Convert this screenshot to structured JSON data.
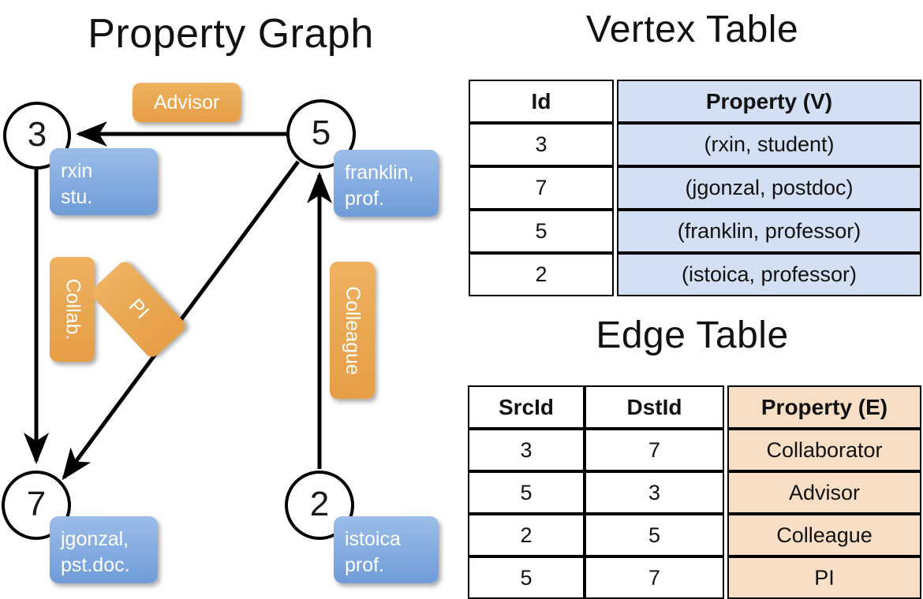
{
  "titles": {
    "property_graph": "Property Graph",
    "vertex_table": "Vertex Table",
    "edge_table": "Edge Table"
  },
  "colors": {
    "vertex_property_bg": "#D3DFF2",
    "edge_property_bg": "#F7DEC4",
    "node_property_box": "#87AEE2",
    "edge_label_box": "#E9A752",
    "stroke": "#000000",
    "background": "#FFFFFF"
  },
  "graph": {
    "nodes": [
      {
        "id": "3",
        "property_text": "rxin\nstu."
      },
      {
        "id": "5",
        "property_text": "franklin,\nprof."
      },
      {
        "id": "7",
        "property_text": "jgonzal,\npst.doc."
      },
      {
        "id": "2",
        "property_text": "istoica\nprof."
      }
    ],
    "edge_labels": [
      {
        "name": "advisor-label",
        "text": "Advisor"
      },
      {
        "name": "collab-label",
        "text": "Collab."
      },
      {
        "name": "pi-label",
        "text": "PI"
      },
      {
        "name": "colleague-label",
        "text": "Colleague"
      }
    ],
    "edges": [
      {
        "from": "5",
        "to": "3",
        "label": "Advisor"
      },
      {
        "from": "3",
        "to": "7",
        "label": "Collab."
      },
      {
        "from": "5",
        "to": "7",
        "label": "PI"
      },
      {
        "from": "2",
        "to": "5",
        "label": "Colleague"
      }
    ]
  },
  "vertex_table": {
    "headers": [
      "Id",
      "Property (V)"
    ],
    "rows": [
      {
        "id": "3",
        "property": "(rxin, student)"
      },
      {
        "id": "7",
        "property": "(jgonzal, postdoc)"
      },
      {
        "id": "5",
        "property": "(franklin, professor)"
      },
      {
        "id": "2",
        "property": "(istoica, professor)"
      }
    ]
  },
  "edge_table": {
    "headers": [
      "SrcId",
      "DstId",
      "Property (E)"
    ],
    "rows": [
      {
        "src": "3",
        "dst": "7",
        "property": "Collaborator"
      },
      {
        "src": "5",
        "dst": "3",
        "property": "Advisor"
      },
      {
        "src": "2",
        "dst": "5",
        "property": "Colleague"
      },
      {
        "src": "5",
        "dst": "7",
        "property": "PI"
      }
    ]
  }
}
